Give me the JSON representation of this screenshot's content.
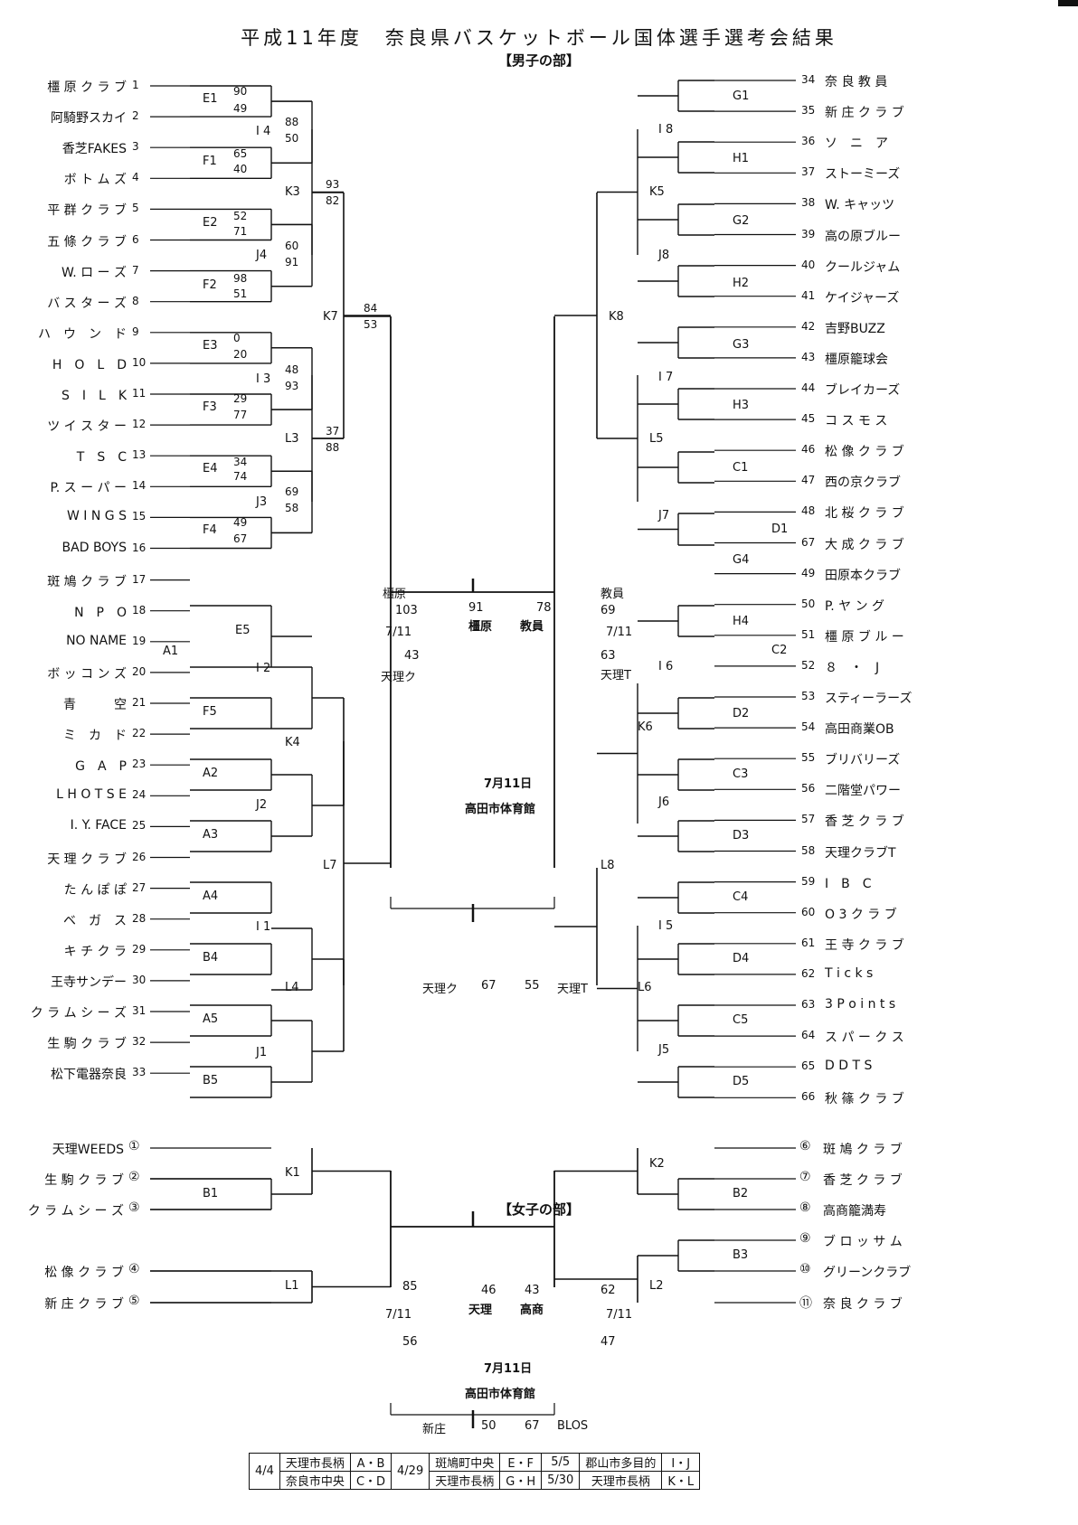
{
  "title": "平成11年度　奈良県バスケットボール国体選手選考会結果",
  "men_section": "【男子の部】",
  "women_section": "【女子の部】",
  "men_left_teams": [
    {
      "name": "橿 原 ク ラ ブ",
      "no": "1"
    },
    {
      "name": "阿騎野スカイ",
      "no": "2"
    },
    {
      "name": "香芝FAKES",
      "no": "3"
    },
    {
      "name": "ボ ト ム ズ",
      "no": "4"
    },
    {
      "name": "平 群 ク ラ ブ",
      "no": "5"
    },
    {
      "name": "五 條 ク ラ ブ",
      "no": "6"
    },
    {
      "name": "W. ロ ー ズ",
      "no": "7"
    },
    {
      "name": "バ ス タ ー ズ",
      "no": "8"
    },
    {
      "name": "ハ　ウ　ン　ド",
      "no": "9"
    },
    {
      "name": "H　O　L　D",
      "no": "10"
    },
    {
      "name": "S　I　L　K",
      "no": "11"
    },
    {
      "name": "ツ イ ス タ ー",
      "no": "12"
    },
    {
      "name": "T　S　C",
      "no": "13"
    },
    {
      "name": "P. ス ー パ ー",
      "no": "14"
    },
    {
      "name": "W I N G S",
      "no": "15"
    },
    {
      "name": "BAD BOYS",
      "no": "16"
    },
    {
      "name": "斑 鳩 ク ラ ブ",
      "no": "17"
    },
    {
      "name": "N　P　O",
      "no": "18"
    },
    {
      "name": "NO NAME",
      "no": "19"
    },
    {
      "name": "ボ ッ コ ン ズ",
      "no": "20"
    },
    {
      "name": "青　　　空",
      "no": "21"
    },
    {
      "name": "ミ　カ　ド",
      "no": "22"
    },
    {
      "name": "G　A　P",
      "no": "23"
    },
    {
      "name": "L H O T S E",
      "no": "24"
    },
    {
      "name": "I. Y. FACE",
      "no": "25"
    },
    {
      "name": "天 理 ク ラ ブ",
      "no": "26"
    },
    {
      "name": "た ん ぽ ぽ",
      "no": "27"
    },
    {
      "name": "ベ　ガ　ス",
      "no": "28"
    },
    {
      "name": "キ チ ク ラ",
      "no": "29"
    },
    {
      "name": "王寺サンデー",
      "no": "30"
    },
    {
      "name": "ク ラ ム シ ー ズ",
      "no": "31"
    },
    {
      "name": "生 駒 ク ラ ブ",
      "no": "32"
    },
    {
      "name": "松下電器奈良",
      "no": "33"
    }
  ],
  "men_right_teams": [
    {
      "no": "34",
      "name": "奈 良 教 員"
    },
    {
      "no": "35",
      "name": "新 庄 ク ラ ブ"
    },
    {
      "no": "36",
      "name": "ソ　ニ　ア"
    },
    {
      "no": "37",
      "name": "ストーミーズ"
    },
    {
      "no": "38",
      "name": "W. キャッツ"
    },
    {
      "no": "39",
      "name": "高の原ブルー"
    },
    {
      "no": "40",
      "name": "クールジャム"
    },
    {
      "no": "41",
      "name": "ケイジャーズ"
    },
    {
      "no": "42",
      "name": "吉野BUZZ"
    },
    {
      "no": "43",
      "name": "橿原籠球会"
    },
    {
      "no": "44",
      "name": "ブレイカーズ"
    },
    {
      "no": "45",
      "name": "コ ス モ ス"
    },
    {
      "no": "46",
      "name": "松 像 ク ラ ブ"
    },
    {
      "no": "47",
      "name": "西の京クラブ"
    },
    {
      "no": "48",
      "name": "北 桜 ク ラ ブ"
    },
    {
      "no": "67",
      "name": "大 成 ク ラ ブ"
    },
    {
      "no": "49",
      "name": "田原本クラブ"
    },
    {
      "no": "50",
      "name": "P. ヤ ン グ"
    },
    {
      "no": "51",
      "name": "橿 原 ブ ル ー"
    },
    {
      "no": "52",
      "name": "８　・　J"
    },
    {
      "no": "53",
      "name": "スティーラーズ"
    },
    {
      "no": "54",
      "name": "高田商業OB"
    },
    {
      "no": "55",
      "name": "ブリバリーズ"
    },
    {
      "no": "56",
      "name": "二階堂パワー"
    },
    {
      "no": "57",
      "name": "香 芝 ク ラ ブ"
    },
    {
      "no": "58",
      "name": "天理クラブT"
    },
    {
      "no": "59",
      "name": "I　B　C"
    },
    {
      "no": "60",
      "name": "O 3 ク ラ ブ"
    },
    {
      "no": "61",
      "name": "王 寺 ク ラ ブ"
    },
    {
      "no": "62",
      "name": "T i c k s"
    },
    {
      "no": "63",
      "name": "3 P o i n t s"
    },
    {
      "no": "64",
      "name": "ス パ ー ク ス"
    },
    {
      "no": "65",
      "name": "D D T S"
    },
    {
      "no": "66",
      "name": "秋 篠 ク ラ ブ"
    }
  ],
  "women_left_teams": [
    {
      "name": "天理WEEDS",
      "no": "①"
    },
    {
      "name": "生 駒 ク ラ ブ",
      "no": "②"
    },
    {
      "name": "ク ラ ム シ ー ズ",
      "no": "③"
    },
    {
      "name": "松 像 ク ラ ブ",
      "no": "④"
    },
    {
      "name": "新 庄 ク ラ ブ",
      "no": "⑤"
    }
  ],
  "women_right_teams": [
    {
      "no": "⑥",
      "name": "斑 鳩 ク ラ ブ"
    },
    {
      "no": "⑦",
      "name": "香 芝 ク ラ ブ"
    },
    {
      "no": "⑧",
      "name": "高商籠満寿"
    },
    {
      "no": "⑨",
      "name": "ブ ロ ッ サ ム"
    },
    {
      "no": "⑩",
      "name": "グリーンクラブ"
    },
    {
      "no": "⑪",
      "name": "奈 良 ク ラ ブ"
    }
  ],
  "nodes": {
    "E1": "E1",
    "F1": "F1",
    "E2": "E2",
    "F2": "F2",
    "E3": "E3",
    "F3": "F3",
    "E4": "E4",
    "F4": "F4",
    "I4": "I 4",
    "J4": "J4",
    "I3": "I 3",
    "J3": "J3",
    "K3": "K3",
    "L3": "L3",
    "K7": "K7",
    "E5": "E5",
    "A1": "A1",
    "F5": "F5",
    "A2": "A2",
    "A3": "A3",
    "A4": "A4",
    "B4": "B4",
    "A5": "A5",
    "B5": "B5",
    "I2": "I 2",
    "J2": "J2",
    "I1": "I 1",
    "J1": "J1",
    "K4": "K4",
    "L4": "L4",
    "L7": "L7",
    "G1": "G1",
    "H1": "H1",
    "G2": "G2",
    "H2": "H2",
    "G3": "G3",
    "H3": "H3",
    "C1": "C1",
    "D1": "D1",
    "G4": "G4",
    "I8": "I 8",
    "J8": "J8",
    "I7": "I 7",
    "J7": "J7",
    "K5": "K5",
    "L5": "L5",
    "K8": "K8",
    "H4": "H4",
    "C2": "C2",
    "D2": "D2",
    "C3": "C3",
    "D3": "D3",
    "C4": "C4",
    "D4": "D4",
    "C5": "C5",
    "D5": "D5",
    "I6": "I 6",
    "J6": "J6",
    "I5": "I 5",
    "J5": "J5",
    "K6": "K6",
    "L6": "L6",
    "L8": "L8",
    "wK1": "K1",
    "wB1": "B1",
    "wL1": "L1",
    "wK2": "K2",
    "wB2": "B2",
    "wB3": "B3",
    "wL2": "L2"
  },
  "scores": [
    {
      "k": "s1",
      "v": "90"
    },
    {
      "k": "s2",
      "v": "49"
    },
    {
      "k": "s3",
      "v": "65"
    },
    {
      "k": "s4",
      "v": "40"
    },
    {
      "k": "s5",
      "v": "88"
    },
    {
      "k": "s6",
      "v": "50"
    },
    {
      "k": "s7",
      "v": "52"
    },
    {
      "k": "s8",
      "v": "71"
    },
    {
      "k": "s9",
      "v": "98"
    },
    {
      "k": "s10",
      "v": "51"
    },
    {
      "k": "s11",
      "v": "60"
    },
    {
      "k": "s12",
      "v": "91"
    },
    {
      "k": "s13",
      "v": "93"
    },
    {
      "k": "s14",
      "v": "82"
    },
    {
      "k": "s15",
      "v": "0"
    },
    {
      "k": "s16",
      "v": "20"
    },
    {
      "k": "s17",
      "v": "29"
    },
    {
      "k": "s18",
      "v": "77"
    },
    {
      "k": "s19",
      "v": "48"
    },
    {
      "k": "s20",
      "v": "93"
    },
    {
      "k": "s21",
      "v": "34"
    },
    {
      "k": "s22",
      "v": "74"
    },
    {
      "k": "s23",
      "v": "49"
    },
    {
      "k": "s24",
      "v": "67"
    },
    {
      "k": "s25",
      "v": "69"
    },
    {
      "k": "s26",
      "v": "58"
    },
    {
      "k": "s27",
      "v": "37"
    },
    {
      "k": "s28",
      "v": "88"
    },
    {
      "k": "s29",
      "v": "84"
    },
    {
      "k": "s30",
      "v": "53"
    }
  ],
  "final_men": {
    "left_label": "橿原",
    "left_score": "103",
    "date": "7/11",
    "left2_score": "43",
    "left2_label": "天理ク",
    "center_l_score": "91",
    "center_r_score": "78",
    "center_l": "橿原",
    "center_r": "教員",
    "right_label": "教員",
    "right_score": "69",
    "right_date": "7/11",
    "right2_score": "63",
    "right2_label": "天理T",
    "venue_date": "7月11日",
    "venue": "高田市体育館",
    "third_l": "天理ク",
    "third_ls": "67",
    "third_rs": "55",
    "third_r": "天理T"
  },
  "final_women": {
    "left_score": "85",
    "date": "7/11",
    "left2_score": "56",
    "center_l_score": "46",
    "center_r_score": "43",
    "center_l": "天理",
    "center_r": "高商",
    "right_score": "62",
    "right_date": "7/11",
    "right2_score": "47",
    "venue_date": "7月11日",
    "venue": "高田市体育館",
    "third_l": "新庄",
    "third_ls": "50",
    "third_rs": "67",
    "third_r": "BLOS"
  },
  "schedule": [
    [
      "4/4",
      "天理市長柄",
      "A・B",
      "4/29",
      "斑鳩町中央",
      "E・F",
      "5/5",
      "郡山市多目的",
      "I・J"
    ],
    [
      "",
      "奈良市中央",
      "C・D",
      "",
      "天理市長柄",
      "G・H",
      "5/30",
      "天理市長柄",
      "K・L"
    ]
  ]
}
